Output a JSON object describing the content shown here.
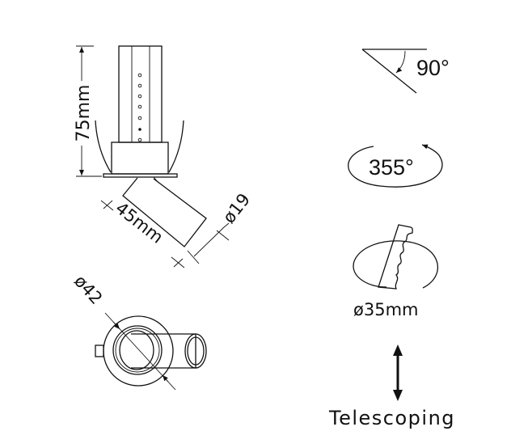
{
  "dimensions": {
    "height": "75mm",
    "length": "45mm",
    "tube_diameter": "ø19",
    "flange_diameter": "ø42"
  },
  "features": {
    "tilt": "90°",
    "rotation": "355°",
    "cutout": "ø35mm",
    "telescoping": "Telescoping"
  },
  "colors": {
    "line": "#111111",
    "background": "#ffffff"
  }
}
